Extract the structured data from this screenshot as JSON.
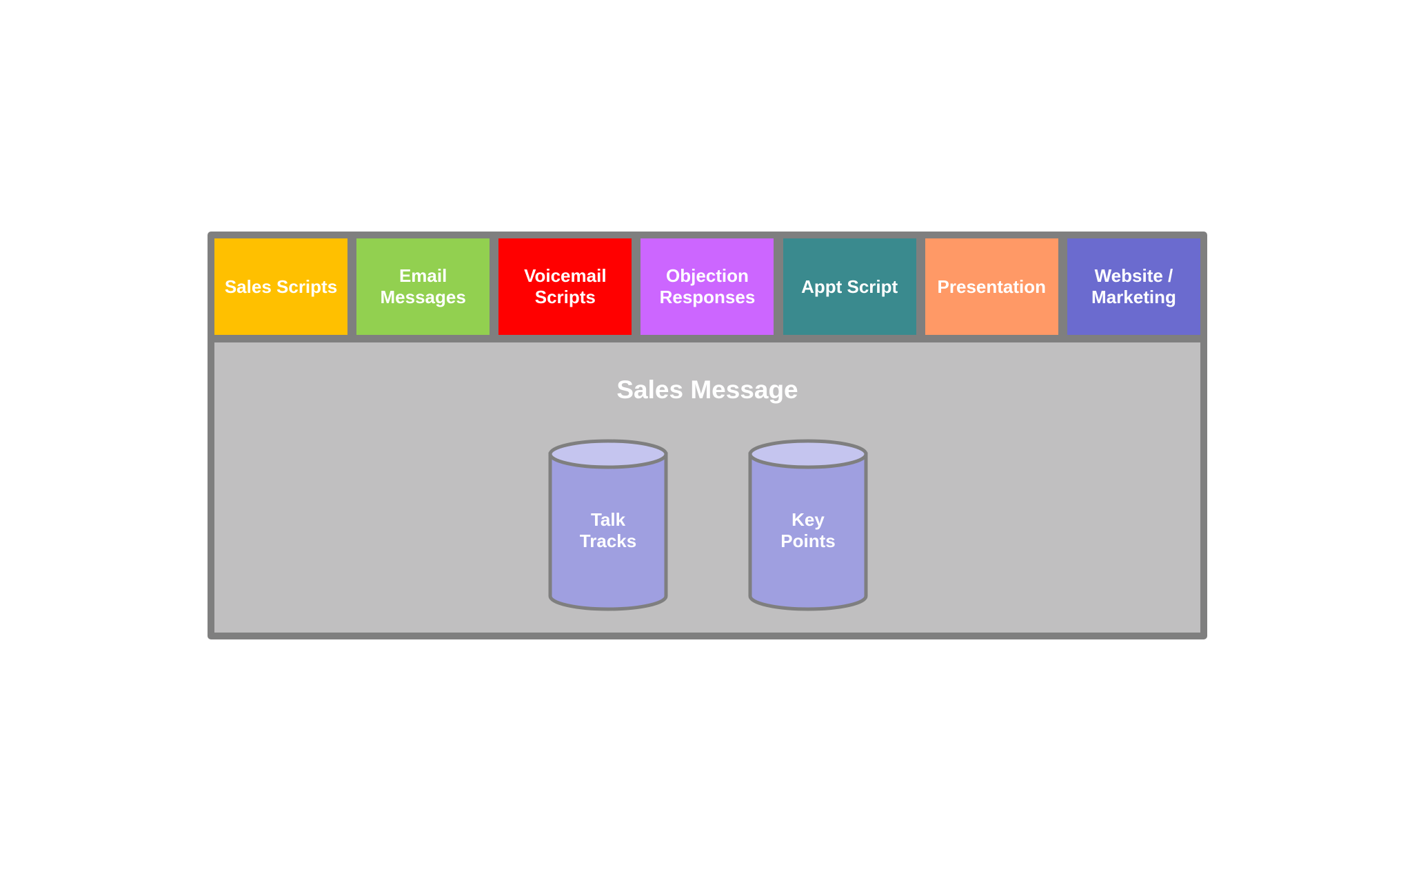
{
  "categories": [
    {
      "lines": [
        "Sales Scripts"
      ],
      "color": "#ffc000"
    },
    {
      "lines": [
        "Email",
        "Messages"
      ],
      "color": "#92d050"
    },
    {
      "lines": [
        "Voicemail",
        "Scripts"
      ],
      "color": "#ff0000"
    },
    {
      "lines": [
        "Objection",
        "Responses"
      ],
      "color": "#cc66ff"
    },
    {
      "lines": [
        "Appt Script"
      ],
      "color": "#3a8a8e"
    },
    {
      "lines": [
        "Presentation"
      ],
      "color": "#ff9966"
    },
    {
      "lines": [
        "Website /",
        "Marketing"
      ],
      "color": "#6b6bcf"
    }
  ],
  "panel": {
    "title": "Sales Message",
    "background": "#c0bfc0",
    "border_color": "#7f7f7f"
  },
  "cylinders": [
    {
      "lines": [
        "Talk",
        "Tracks"
      ],
      "body_color": "#9f9fe0",
      "top_color": "#c5c5ef"
    },
    {
      "lines": [
        "Key",
        "Points"
      ],
      "body_color": "#9f9fe0",
      "top_color": "#c5c5ef"
    }
  ]
}
